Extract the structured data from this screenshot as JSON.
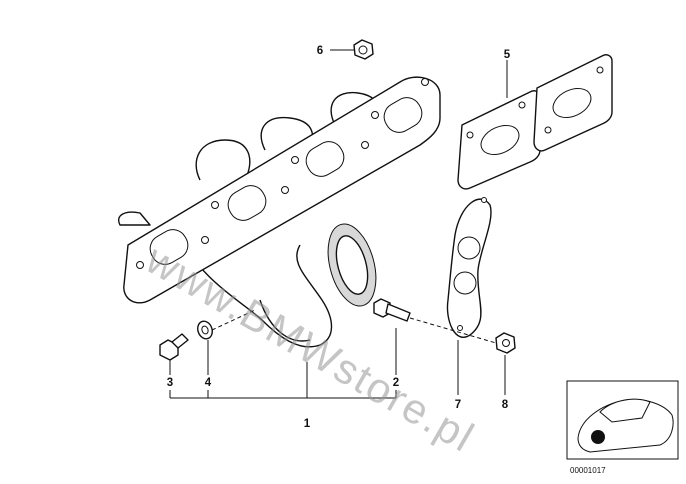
{
  "diagram": {
    "callouts": {
      "c1": "1",
      "c2": "2",
      "c3": "3",
      "c4": "4",
      "c5": "5",
      "c6": "6",
      "c7": "7",
      "c8": "8"
    },
    "watermark": "www.BMWstore.pl",
    "reference_number": "00001017"
  }
}
